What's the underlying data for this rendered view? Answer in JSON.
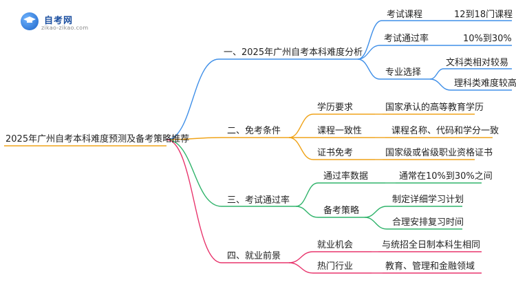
{
  "logo": {
    "title": "自考网",
    "subtitle": "zikao-zikao.com",
    "icon": "graduation-cap-icon"
  },
  "root": {
    "text": "2025年广州自考本科难度预测及备考策略推荐"
  },
  "colors": {
    "branch1": "#3f8fe8",
    "branch2": "#f0a318",
    "branch3": "#2fb36a",
    "branch4": "#e8346c"
  },
  "branches": [
    {
      "label": "一、2025年广州自考本科难度分析",
      "children": [
        {
          "label": "考试课程",
          "children": [
            {
              "label": "12到18门课程"
            }
          ]
        },
        {
          "label": "考试通过率",
          "children": [
            {
              "label": "10%到30%"
            }
          ]
        },
        {
          "label": "专业选择",
          "children": [
            {
              "label": "文科类相对较易"
            },
            {
              "label": "理科类难度较高"
            }
          ]
        }
      ]
    },
    {
      "label": "二、免考条件",
      "children": [
        {
          "label": "学历要求",
          "children": [
            {
              "label": "国家承认的高等教育学历"
            }
          ]
        },
        {
          "label": "课程一致性",
          "children": [
            {
              "label": "课程名称、代码和学分一致"
            }
          ]
        },
        {
          "label": "证书免考",
          "children": [
            {
              "label": "国家级或省级职业资格证书"
            }
          ]
        }
      ]
    },
    {
      "label": "三、考试通过率",
      "children": [
        {
          "label": "通过率数据",
          "children": [
            {
              "label": "通常在10%到30%之间"
            }
          ]
        },
        {
          "label": "备考策略",
          "children": [
            {
              "label": "制定详细学习计划"
            },
            {
              "label": "合理安排复习时间"
            }
          ]
        }
      ]
    },
    {
      "label": "四、就业前景",
      "children": [
        {
          "label": "就业机会",
          "children": [
            {
              "label": "与统招全日制本科生相同"
            }
          ]
        },
        {
          "label": "热门行业",
          "children": [
            {
              "label": "教育、管理和金融领域"
            }
          ]
        }
      ]
    }
  ]
}
